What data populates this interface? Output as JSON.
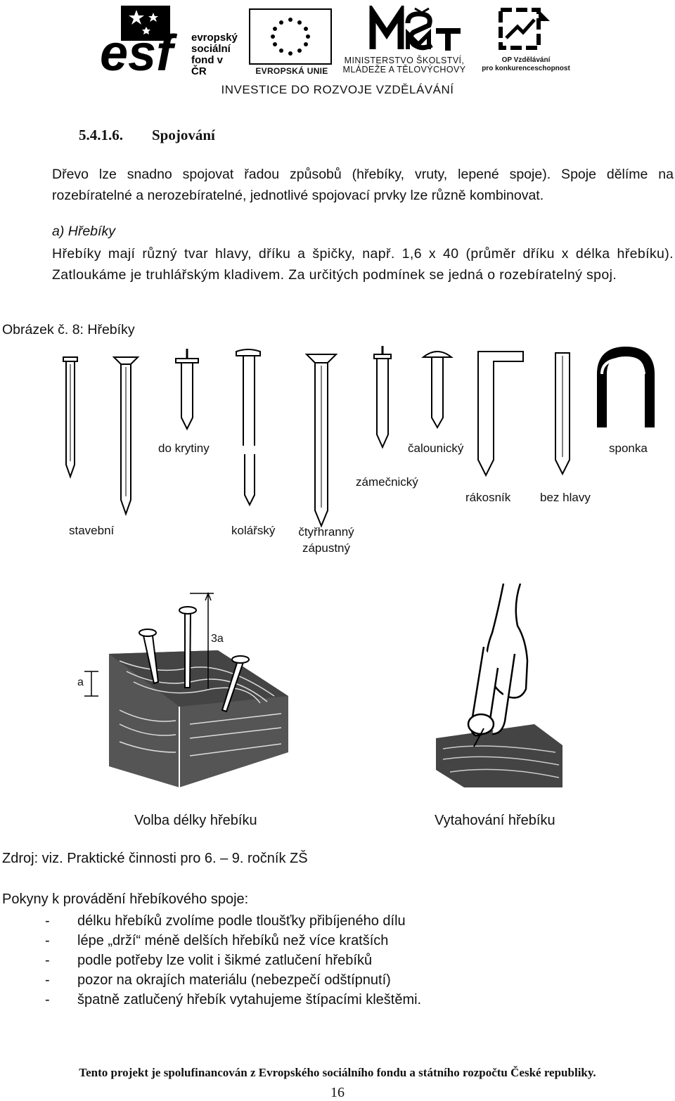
{
  "banner": {
    "esf_lines": [
      "evropský",
      "sociální",
      "fond v ČR"
    ],
    "eu_label": "EVROPSKÁ UNIE",
    "msmt_lines": [
      "MINISTERSTVO ŠKOLSTVÍ,",
      "MLÁDEŽE A TĚLOVÝCHOVY"
    ],
    "op_lines": [
      "OP Vzdělávání",
      "pro konkurenceschopnost"
    ],
    "slogan": "INVESTICE DO ROZVOJE VZDĚLÁVÁNÍ"
  },
  "section": {
    "number": "5.4.1.6.",
    "title": "Spojování"
  },
  "intro": "Dřevo lze snadno spojovat řadou způsobů (hřebíky, vruty, lepené spoje). Spoje dělíme na rozebíratelné a nerozebíratelné, jednotlivé spojovací prvky lze různě kombinovat.",
  "subsection": {
    "title": "a) Hřebíky",
    "text": "Hřebíky mají různý tvar hlavy, dříku a špičky, např. 1,6 x 40 (průměr dříku x délka hřebíku). Zatloukáme je truhlářským kladivem. Za určitých podmínek se jedná o rozebíratelný spoj."
  },
  "figure": {
    "caption": "Obrázek č. 8: Hřebíky",
    "nail_labels": {
      "do_krytiny": "do krytiny",
      "calounicky": "čalounický",
      "sponka": "sponka",
      "zamecnicky": "zámečnický",
      "rakosnik": "rákosník",
      "bez_hlavy": "bez hlavy",
      "stavebni": "stavební",
      "kolarsky": "kolářský",
      "ctyrhranny": "čtyřhranný",
      "zapustny": "zápustný"
    },
    "dimension_labels": {
      "a": "a",
      "three_a": "3a"
    },
    "bottom_left_caption": "Volba délky hřebíku",
    "bottom_right_caption": "Vytahování hřebíku"
  },
  "source": "Zdroj: viz. Praktické činnosti pro 6. – 9. ročník ZŠ",
  "instructions": {
    "title": "Pokyny k provádění hřebíkového spoje:",
    "items": [
      "délku hřebíků zvolíme podle tloušťky přibíjeného dílu",
      "lépe „drží“ méně delších hřebíků než více kratších",
      "podle potřeby lze volit i šikmé zatlučení hřebíků",
      "pozor na okrajích materiálu (nebezpečí odštípnutí)",
      "špatně zatlučený hřebík vytahujeme štípacími kleštěmi."
    ],
    "bullet": "-"
  },
  "footer": "Tento projekt je spolufinancován z Evropského sociálního fondu a státního rozpočtu České republiky.",
  "page_number": "16"
}
